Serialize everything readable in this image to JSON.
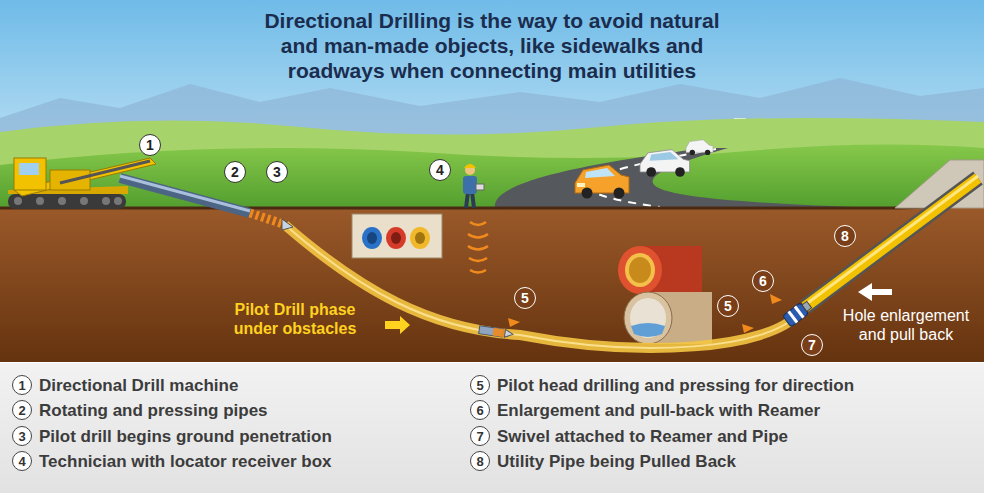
{
  "diagram": {
    "title": "Directional Drilling is the way to avoid natural and man-made objects, like sidewalks and roadways when connecting main utilities",
    "nodes": [
      {
        "text": [
          "1"
        ]
      },
      {
        "text": [
          "2"
        ]
      },
      {
        "text": [
          "3"
        ]
      },
      {
        "text": [
          "4"
        ]
      },
      {
        "text": [
          "5"
        ]
      },
      {
        "text": [
          "5"
        ]
      },
      {
        "text": [
          "6"
        ]
      },
      {
        "text": [
          "7"
        ]
      },
      {
        "text": [
          "8"
        ]
      },
      {
        "text": [
          "1",
          "Directional Drill machine"
        ]
      },
      {
        "text": [
          "2",
          "Rotating and pressing pipes"
        ]
      },
      {
        "text": [
          "3",
          "Pilot drill begins ground penetration"
        ]
      },
      {
        "text": [
          "4",
          "Technician with locator receiver box"
        ]
      },
      {
        "text": [
          "5",
          "Pilot head drilling and pressing for direction"
        ]
      },
      {
        "text": [
          "6",
          "Enlargement and pull-back with Reamer"
        ]
      },
      {
        "text": [
          "7",
          "Swivel attached to Reamer and Pipe"
        ]
      },
      {
        "text": [
          "8",
          "Utility Pipe being Pulled Back"
        ]
      }
    ],
    "labels": [
      "Pilot Drill phase under obstacles",
      "Hole enlargement and pull back"
    ]
  }
}
